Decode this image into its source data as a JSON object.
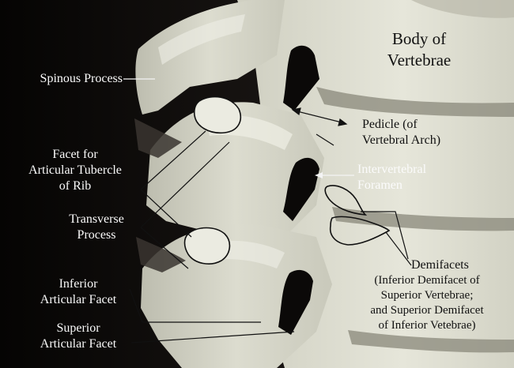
{
  "figure": {
    "labels": {
      "body_of_vertebrae": [
        "Body of",
        "Vertebrae"
      ],
      "spinous_process": [
        "Spinous Process"
      ],
      "pedicle": [
        "Pedicle (of",
        "Vertebral Arch)"
      ],
      "facet_tubercle": [
        "Facet for",
        "Articular Tubercle",
        "of Rib"
      ],
      "intervertebral_foramen": [
        "Intervertebral",
        "Foramen"
      ],
      "transverse_process": [
        "Transverse",
        "Process"
      ],
      "demifacets": [
        "Demifacets"
      ],
      "demifacets_note": [
        "(Inferior Demifacet of",
        "Superior Vertebrae;",
        "and Superior Demifacet",
        "of Inferior Vetebrae)"
      ],
      "inferior_articular_facet": [
        "Inferior",
        "Articular Facet"
      ],
      "superior_articular_facet": [
        "Superior",
        "Articular Facet"
      ]
    },
    "colors": {
      "bone": "#d8d8ca",
      "bone_light": "#ecece2",
      "bone_shadow": "#a9a998",
      "background": "#0d0b0a",
      "label_light": "#fbfbfb",
      "label_dark": "#111111"
    }
  }
}
